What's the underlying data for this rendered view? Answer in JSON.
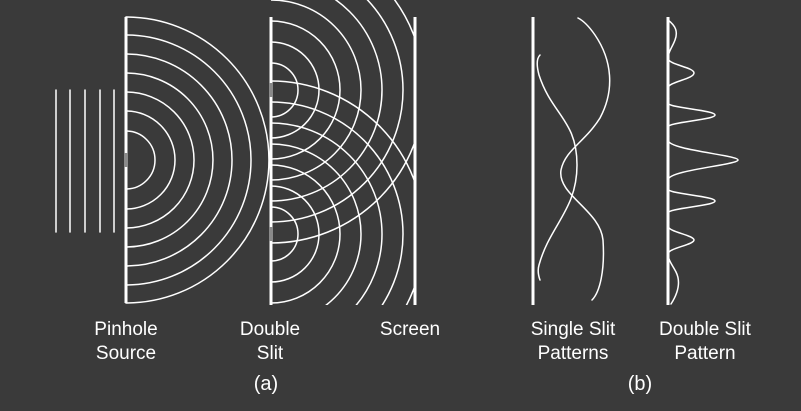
{
  "colors": {
    "background": "#3a3a3a",
    "line": "#ffffff",
    "aperture": "#8a8a8a"
  },
  "labels": {
    "pinhole_line1": "Pinhole",
    "pinhole_line2": "Source",
    "double_line1": "Double",
    "double_line2": "Slit",
    "screen": "Screen",
    "single_patterns_line1": "Single Slit",
    "single_patterns_line2": "Patterns",
    "double_pattern_line1": "Double Slit",
    "double_pattern_line2": "Pattern",
    "panel_a": "(a)",
    "panel_b": "(b)"
  }
}
